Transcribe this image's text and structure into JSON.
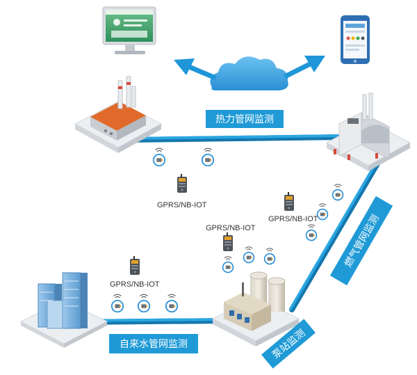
{
  "colors": {
    "pipe": "#1f9ad6",
    "pipe_dark": "#1477ad",
    "arrow": "#1e96d8",
    "cloud": "#3aa6e6",
    "banner": "#1f9ad6",
    "banner_text": "#ffffff",
    "label_text": "#333333",
    "ground": "#eef0f2",
    "building_glass": "#8bbde6",
    "factory_roof": "#e06a2c",
    "device_body": "#5a5f66",
    "device_accent": "#e2a12b"
  },
  "icons": {
    "monitor": "desktop-monitor-icon",
    "phone": "smartphone-icon",
    "cloud": "cloud-icon",
    "sensor": "wireless-sensor-icon",
    "gateway": "gprs-dtu-device-icon"
  },
  "banners": {
    "heat": "热力管网监测",
    "gas": "燃气管网监测",
    "water": "自来水管网监测",
    "pump": "泵站监测"
  },
  "device_labels": {
    "heat_gateway": "GPRS/NB-IOT",
    "pump_gateway": "GPRS/NB-IOT",
    "gas_gateway": "GPRS/NB-IOT",
    "water_gateway": "GPRS/NB-IOT"
  }
}
